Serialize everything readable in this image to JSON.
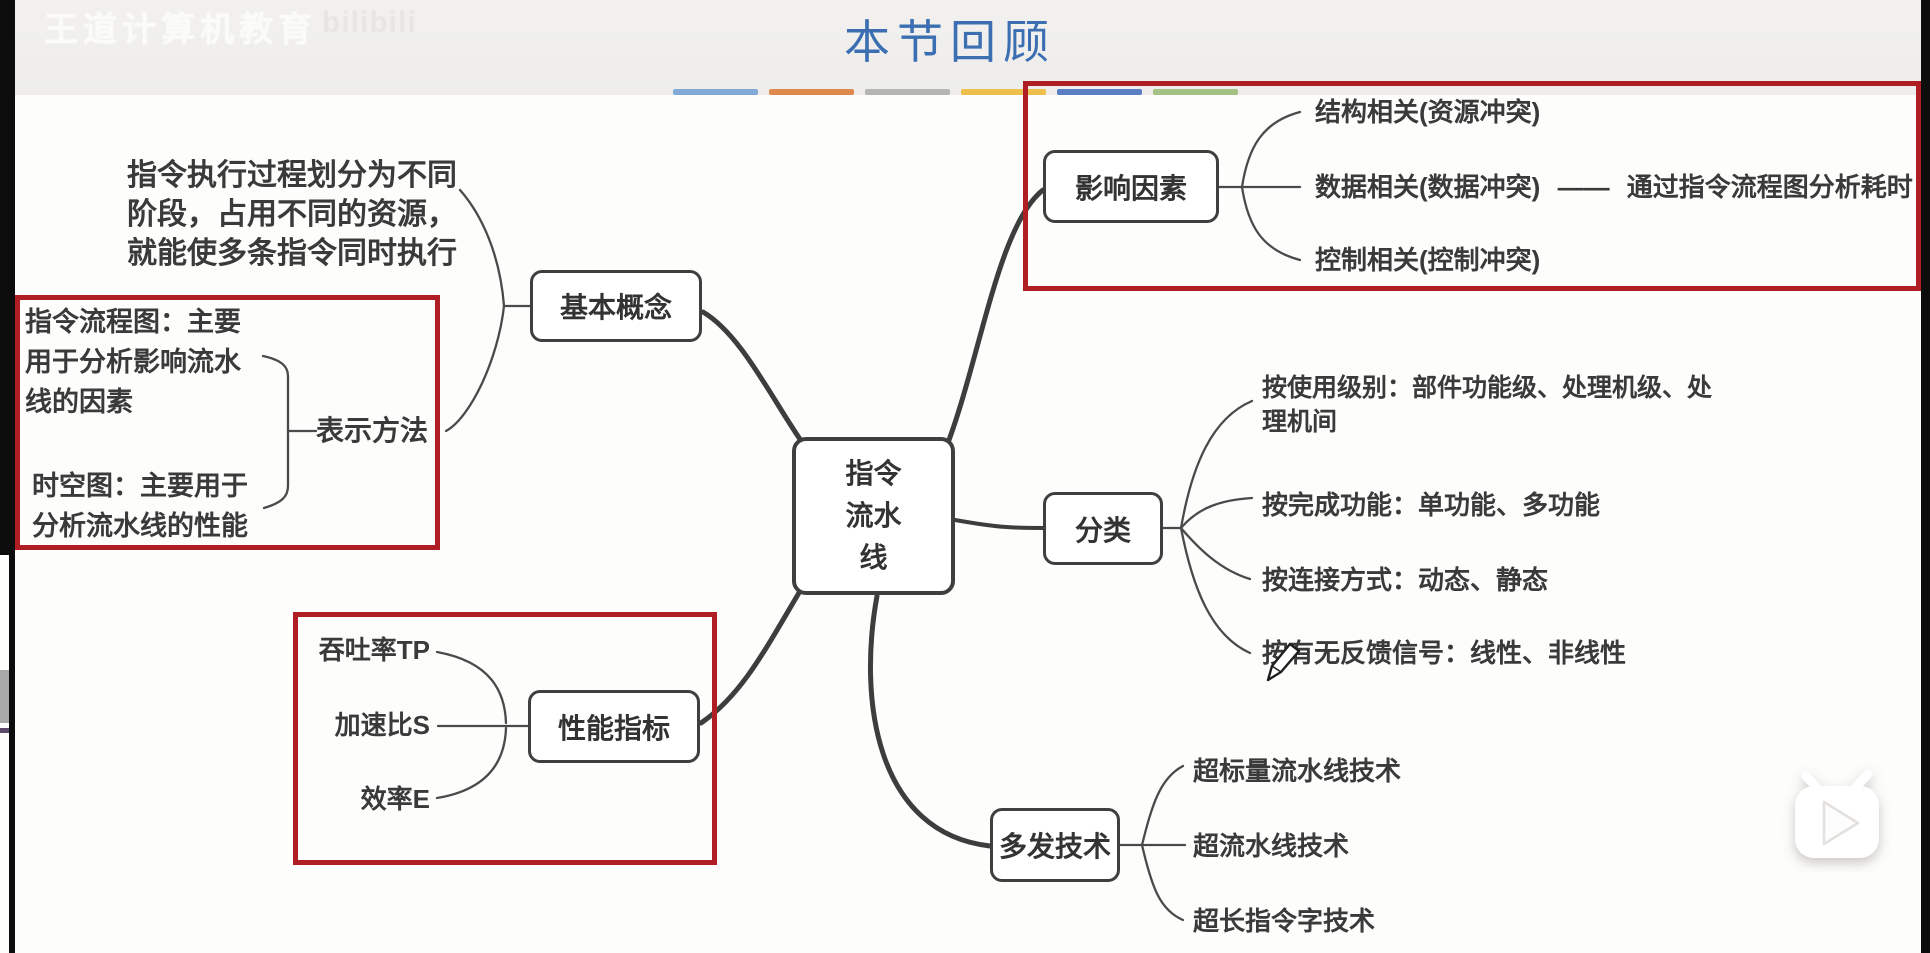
{
  "watermark": {
    "brand": "王道计算机教育",
    "bilibili": "bilibili"
  },
  "header": {
    "title": "本节回顾"
  },
  "decor_bars": [
    "#82aad7",
    "#e0894d",
    "#b5b5b3",
    "#edc04e",
    "#5a7fc2",
    "#a3c183"
  ],
  "colors": {
    "highlight_red": "#ae1e24",
    "title_blue": "#3b6fb2",
    "ink": "#3f3f3f"
  },
  "mindmap": {
    "root": {
      "lines": [
        "指令",
        "流水",
        "线"
      ]
    },
    "basic": {
      "label": "基本概念",
      "note_lines": [
        "指令执行过程划分为不同",
        "阶段，占用不同的资源，",
        "就能使多条指令同时执行"
      ],
      "method": {
        "label": "表示方法",
        "item1_lines": [
          "指令流程图：主要",
          "用于分析影响流水",
          "线的因素"
        ],
        "item2_lines": [
          "时空图：主要用于",
          "分析流水线的性能"
        ]
      }
    },
    "factors": {
      "label": "影响因素",
      "child1": "结构相关(资源冲突)",
      "child2": "数据相关(数据冲突)",
      "child2_dash": "——",
      "child2_note": "通过指令流程图分析耗时",
      "child3": "控制相关(控制冲突)"
    },
    "classify": {
      "label": "分类",
      "child1": "按使用级别：部件功能级、处理机级、处理机间",
      "child2": "按完成功能：单功能、多功能",
      "child3": "按连接方式：动态、静态",
      "child4": "按有无反馈信号：线性、非线性"
    },
    "perf": {
      "label": "性能指标",
      "child1": "吞吐率TP",
      "child2": "加速比S",
      "child3": "效率E"
    },
    "multi": {
      "label": "多发技术",
      "child1": "超标量流水线技术",
      "child2": "超流水线技术",
      "child3": "超长指令字技术"
    }
  }
}
